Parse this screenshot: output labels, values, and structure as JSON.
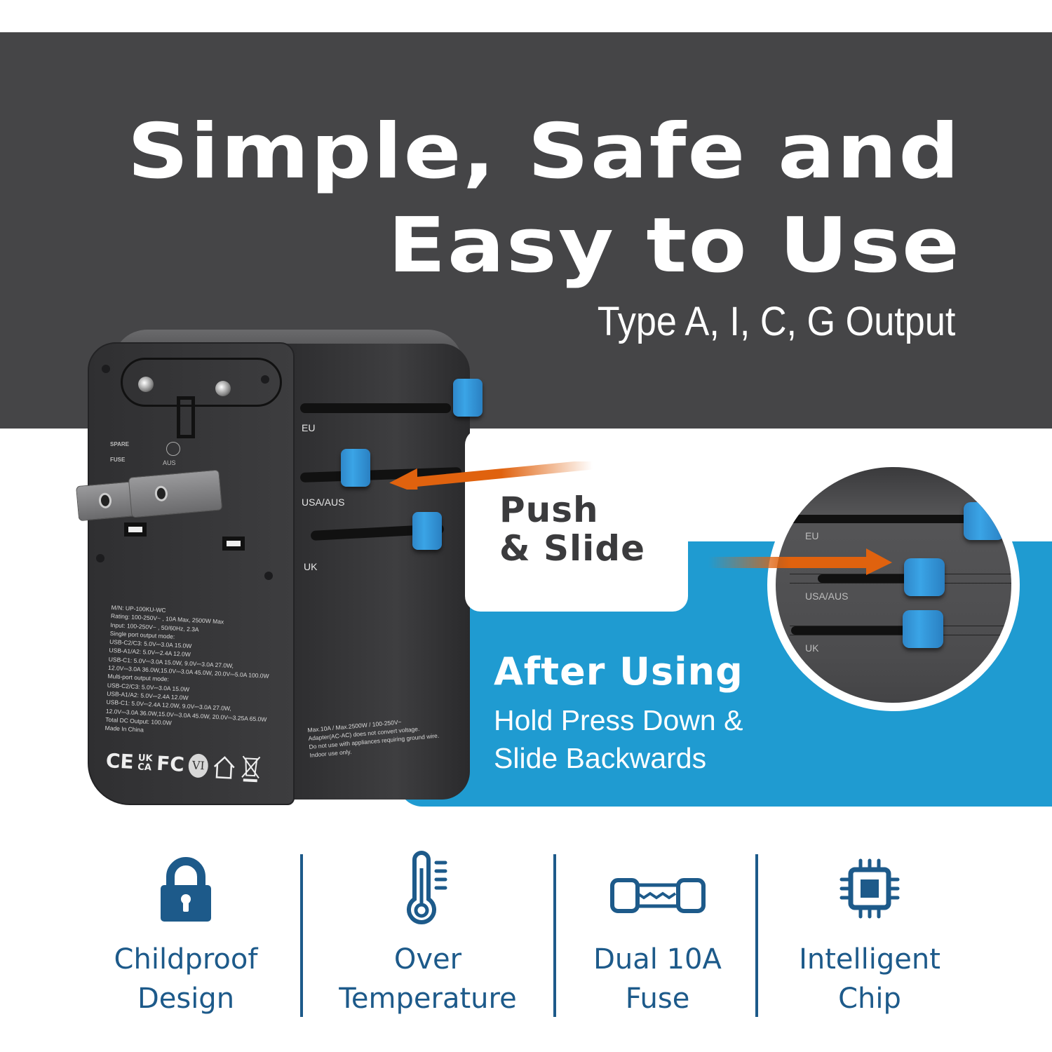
{
  "headline": {
    "line1": "Simple, Safe and",
    "line2": "Easy to Use",
    "subtitle": "Type A, I, C, G Output"
  },
  "push_slide": {
    "line1": "Push",
    "line2": "& Slide"
  },
  "after_using": {
    "title": "After Using",
    "line1": "Hold Press Down &",
    "line2": "Slide Backwards"
  },
  "device": {
    "slot_labels": [
      "EU",
      "USA/AUS",
      "UK"
    ],
    "aus_label": "AUS",
    "spare_fuse": [
      "SPARE",
      "FUSE"
    ],
    "spec_lines": [
      "M/N: UP-100KU-WC",
      "Rating: 100-250V~ , 10A Max, 2500W Max",
      "Input: 100-250V~ , 50/60Hz, 2.3A",
      "Single port output mode:",
      "USB-C2/C3: 5.0V⎓3.0A 15.0W",
      "USB-A1/A2: 5.0V⎓2.4A 12.0W",
      "USB-C1: 5.0V⎓3.0A 15.0W, 9.0V⎓3.0A 27.0W,",
      "12.0V⎓3.0A 36.0W,15.0V⎓3.0A 45.0W, 20.0V⎓5.0A 100.0W",
      "Multi-port output mode:",
      "USB-C2/C3: 5.0V⎓3.0A 15.0W",
      "USB-A1/A2: 5.0V⎓2.4A 12.0W",
      "USB-C1: 5.0V⎓2.4A 12.0W, 9.0V⎓3.0A 27.0W,",
      "12.0V⎓3.0A 36.0W,15.0V⎓3.0A 45.0W, 20.0V⎓3.25A 65.0W",
      "Total DC Output: 100.0W",
      "Made In China"
    ],
    "spec_text": "M/N: UP-100KU-WC\nRating: 100-250V~ , 10A Max, 2500W Max\nInput: 100-250V~ , 50/60Hz, 2.3A\nSingle port output mode:\nUSB-C2/C3: 5.0V⎓3.0A 15.0W\nUSB-A1/A2: 5.0V⎓2.4A 12.0W\nUSB-C1: 5.0V⎓3.0A 15.0W, 9.0V⎓3.0A 27.0W,\n12.0V⎓3.0A 36.0W,15.0V⎓3.0A 45.0W, 20.0V⎓5.0A 100.0W\nMulti-port output mode:\nUSB-C2/C3: 5.0V⎓3.0A 15.0W\nUSB-A1/A2: 5.0V⎓2.4A 12.0W\nUSB-C1: 5.0V⎓2.4A 12.0W, 9.0V⎓3.0A 27.0W,\n12.0V⎓3.0A 36.0W,15.0V⎓3.0A 45.0W, 20.0V⎓3.25A 65.0W\nTotal DC Output: 100.0W\nMade In China",
    "warning_text": "Max.10A / Max.2500W / 100-250V~\nAdapter(AC-AC) does not convert voltage.\nDo not use with appliances requiring ground wire.\nIndoor use only.",
    "certifications": [
      "CE",
      "UKCA",
      "FC",
      "VI",
      "indoor-use-icon",
      "weee-bin-icon"
    ],
    "cert_ce": "CE",
    "cert_uk": "UK",
    "cert_ca": "CA",
    "cert_fc": "FC",
    "cert_vi": "VI"
  },
  "zoom_inset": {
    "slot_labels": [
      "EU",
      "USA/AUS",
      "UK"
    ]
  },
  "features": [
    {
      "icon": "lock-icon",
      "line1": "Childproof",
      "line2": "Design"
    },
    {
      "icon": "thermometer-icon",
      "line1": "Over",
      "line2": "Temperature"
    },
    {
      "icon": "fuse-icon",
      "line1": "Dual 10A",
      "line2": "Fuse"
    },
    {
      "icon": "chip-icon",
      "line1": "Intelligent",
      "line2": "Chip"
    }
  ],
  "colors": {
    "dark_band": "#454547",
    "accent_blue": "#1f9bd1",
    "slider_blue": "#3aa4e6",
    "arrow_orange": "#e0620e",
    "feature_navy": "#1d5a8a",
    "push_text": "#3b3b3d"
  }
}
